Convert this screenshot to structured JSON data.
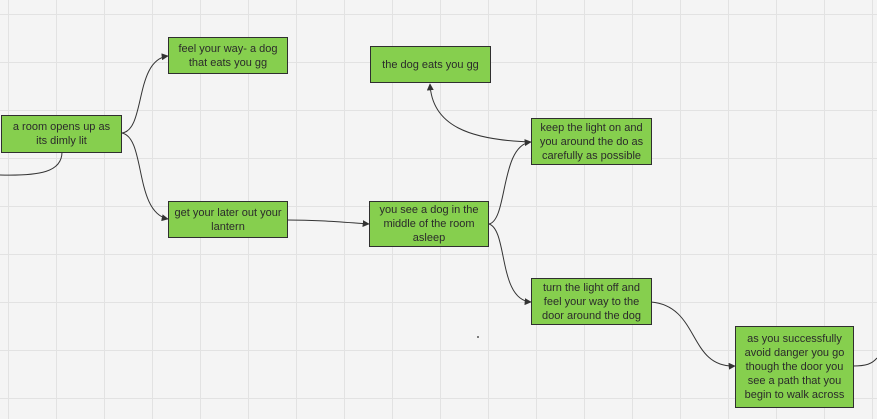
{
  "colors": {
    "node_fill": "#86cf4e",
    "node_border": "#2f2f2f",
    "connector": "#333333",
    "canvas": "#f4f4f4",
    "grid": "#e2e2e2"
  },
  "nodes": {
    "room": "a room opens up as its dimly lit",
    "feel_way": "feel your way- a dog that eats you gg",
    "lantern": "get your later out your lantern",
    "dog_asleep": "you see a dog in the middle of the room asleep",
    "dog_eats": "the dog eats you gg",
    "light_on": "keep the light on and you around the do as carefully as possible",
    "light_off": "turn the light off and feel your way to the door around the dog",
    "success": "as you successfully avoid danger you go though the door you see a path that you begin to walk across"
  }
}
